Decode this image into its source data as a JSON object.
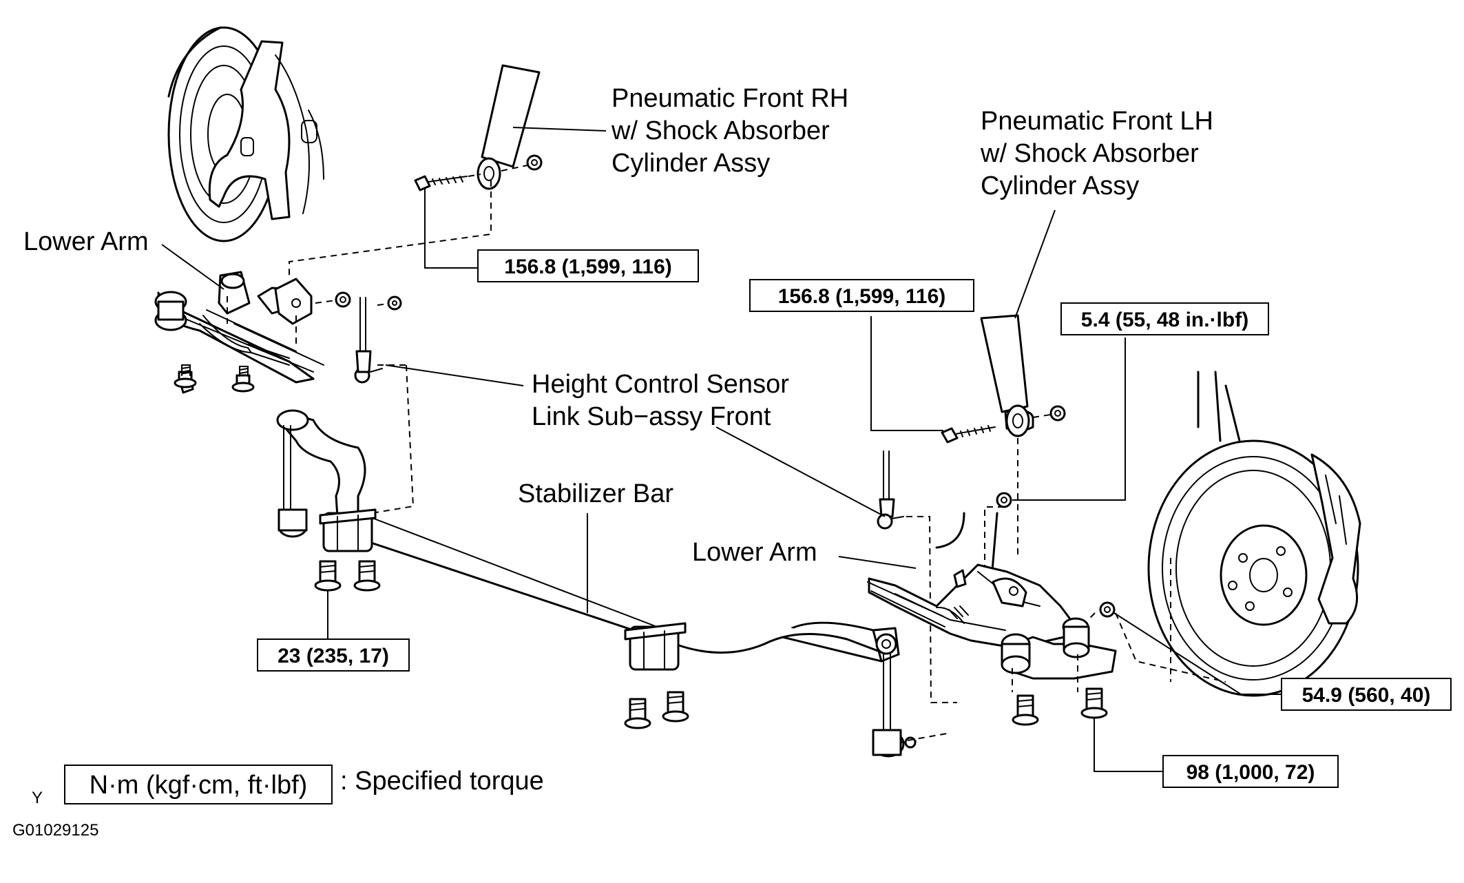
{
  "labels": {
    "shock_rh": [
      "Pneumatic Front RH",
      "w/ Shock Absorber",
      "Cylinder Assy"
    ],
    "shock_lh": [
      "Pneumatic Front LH",
      "w/ Shock Absorber",
      "Cylinder Assy"
    ],
    "lower_arm_left": "Lower Arm",
    "lower_arm_right": "Lower Arm",
    "height_sensor": [
      "Height Control Sensor",
      "Link Sub−assy Front"
    ],
    "stabilizer_bar": "Stabilizer Bar"
  },
  "torques": {
    "shock_rh": "156.8 (1,599, 116)",
    "shock_lh": "156.8 (1,599, 116)",
    "sensor_nut": "5.4 (55, 48 in.·lbf)",
    "bracket": "23 (235, 17)",
    "ball_joint": "54.9 (560, 40)",
    "lower_arm_bolt": "98 (1,000, 72)"
  },
  "legend": {
    "unit_box": "N·m (kgf·cm, ft·lbf)",
    "text": ": Specified torque"
  },
  "footer": {
    "axis_mark": "Y",
    "figure_id": "G01029125"
  }
}
